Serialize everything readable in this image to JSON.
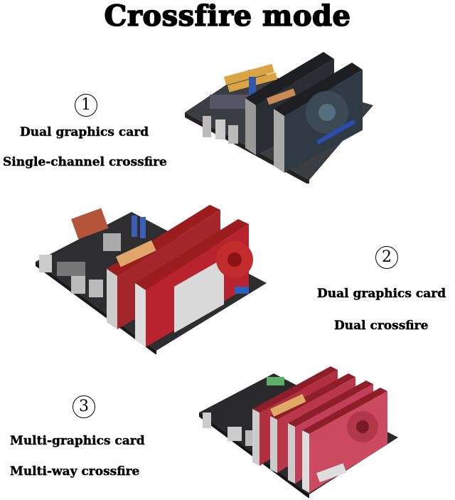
{
  "title": "Crossfire mode",
  "sections": [
    {
      "number": "1",
      "line1": "Dual graphics card",
      "line2": "Single-channel crossfire",
      "image": "motherboard-two-dark-gpus"
    },
    {
      "number": "2",
      "line1": "Dual graphics card",
      "line2": "Dual crossfire",
      "image": "motherboard-two-red-gpus-bridged"
    },
    {
      "number": "3",
      "line1": "Multi-graphics card",
      "line2": "Multi-way crossfire",
      "image": "motherboard-four-red-gpus"
    }
  ],
  "colors": {
    "text": "#000000",
    "background": "#ffffff",
    "gpu_red": "#b8232e",
    "gpu_dark": "#2a3036",
    "board": "#2b2b2b",
    "bridge": "#d89a5a"
  }
}
